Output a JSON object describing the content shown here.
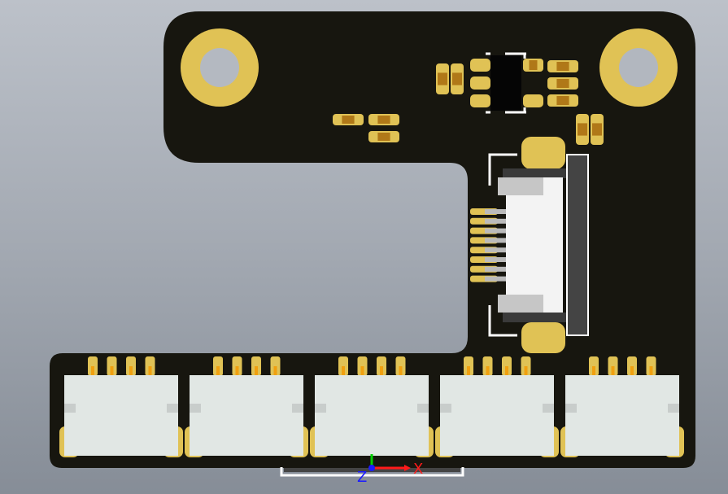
{
  "viewport": {
    "axis_labels": {
      "x": "X",
      "z": "Z"
    }
  },
  "colors": {
    "board": "#17160f",
    "gold": "#e0c255",
    "hole": "#b4b9c1",
    "connector_body": "#e1e7e4",
    "silkscreen": "#ffffff",
    "x_axis": "#ff1a1a",
    "y_axis": "#00d000",
    "z_axis": "#1a1aff"
  },
  "board": {
    "header_connector_count": 5,
    "pins_per_header": 4,
    "fpc_pad_count": 8
  }
}
